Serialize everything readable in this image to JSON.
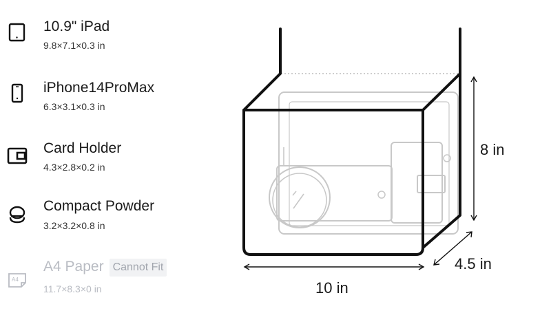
{
  "items": [
    {
      "name": "10.9\" iPad",
      "dims": "9.8×7.1×0.3 in",
      "icon": "tablet-icon",
      "fits": true
    },
    {
      "name": "iPhone14ProMax",
      "dims": "6.3×3.1×0.3 in",
      "icon": "phone-icon",
      "fits": true
    },
    {
      "name": "Card Holder",
      "dims": "4.3×2.8×0.2 in",
      "icon": "wallet-icon",
      "fits": true
    },
    {
      "name": "Compact Powder",
      "dims": "3.2×3.2×0.8 in",
      "icon": "compact-icon",
      "fits": true
    },
    {
      "name": "A4 Paper",
      "dims": "11.7×8.3×0 in",
      "icon": "a4-paper-icon",
      "fits": false,
      "badge": "Cannot Fit",
      "icon_text": "A4"
    }
  ],
  "diagram": {
    "height_label": "8 in",
    "depth_label": "4.5 in",
    "width_label": "10 in"
  },
  "colors": {
    "outline": "#111111",
    "ghost": "#c8c8c8",
    "disabled_text": "#b9bcc3",
    "badge_bg": "#f1f2f4"
  }
}
